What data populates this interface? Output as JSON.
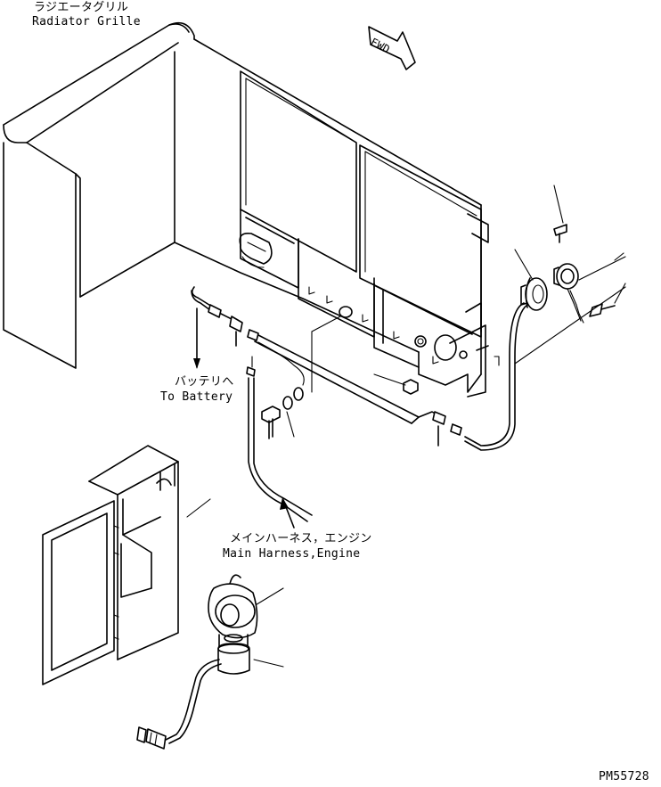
{
  "labels": {
    "radiator_grille_jp": "ラジエータグリル",
    "radiator_grille_en": "Radiator Grille",
    "fwd": "FWD",
    "battery_jp": "バッテリへ",
    "battery_en": "To Battery",
    "harness_jp": "メインハーネス，エンジン",
    "harness_en": "Main Harness,Engine",
    "drawing_no": "PM55728"
  },
  "colors": {
    "ink": "#000000",
    "paper": "#ffffff"
  }
}
